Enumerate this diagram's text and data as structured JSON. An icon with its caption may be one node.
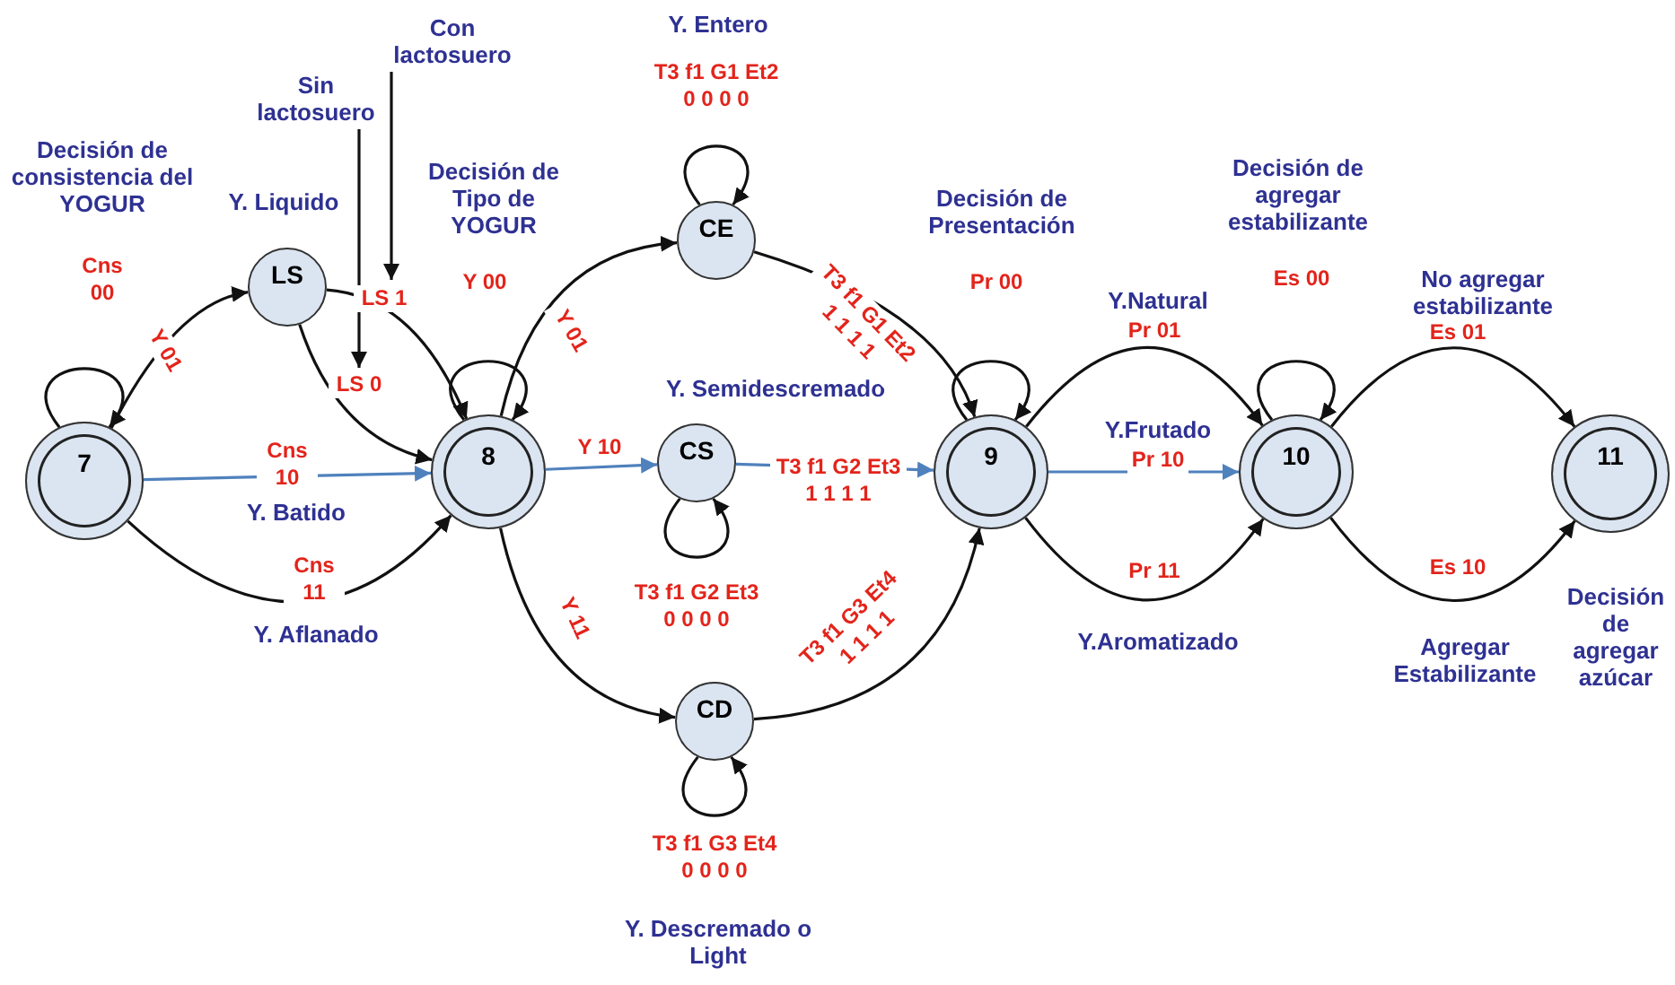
{
  "diagram": {
    "nodes": [
      {
        "text": [
          "7"
        ]
      },
      {
        "text": [
          "LS"
        ],
        "beside": [
          "Y. Liquido"
        ]
      },
      {
        "text": [
          "8"
        ]
      },
      {
        "text": [
          "CE"
        ]
      },
      {
        "text": [
          "CS"
        ],
        "beside": [
          "Y. Semidescremado"
        ]
      },
      {
        "text": [
          "CD"
        ]
      },
      {
        "text": [
          "9"
        ]
      },
      {
        "text": [
          "10"
        ]
      },
      {
        "text": [
          "11"
        ],
        "beside": [
          "Decisión de agregar azúcar"
        ]
      },
      {
        "text": [
          "Sin lactosuero"
        ]
      },
      {
        "text": [
          "Con lactosuero"
        ]
      }
    ],
    "edges": [
      {
        "from": 0,
        "to": 0,
        "arrow": "to",
        "label": "Cns 00"
      },
      {
        "from": 0,
        "to": 1,
        "arrow": "to",
        "label": "Y 01"
      },
      {
        "from": 1,
        "to": 2,
        "arrow": "to",
        "label": "LS 1"
      },
      {
        "from": 1,
        "to": 2,
        "arrow": "to",
        "label": "LS 0"
      },
      {
        "from": 0,
        "to": 2,
        "arrow": "to",
        "label": "Cns 10",
        "color": "#4f81bd"
      },
      {
        "from": 0,
        "to": 2,
        "arrow": "to",
        "label": "Cns 11"
      },
      {
        "from": 2,
        "to": 2,
        "arrow": "to",
        "label": "Y 00"
      },
      {
        "from": 2,
        "to": 3,
        "arrow": "to",
        "label": "Y 01"
      },
      {
        "from": 2,
        "to": 4,
        "arrow": "to",
        "label": "Y 10",
        "color": "#4f81bd"
      },
      {
        "from": 2,
        "to": 5,
        "arrow": "to",
        "label": "Y 11"
      },
      {
        "from": 3,
        "to": 3,
        "arrow": "to",
        "label": "T3 f1 G1 Et2 0 0 0 0"
      },
      {
        "from": 4,
        "to": 4,
        "arrow": "to",
        "label": "T3 f1 G2 Et3 0 0 0 0"
      },
      {
        "from": 5,
        "to": 5,
        "arrow": "to",
        "label": "T3 f1 G3 Et4 0 0 0 0"
      },
      {
        "from": 3,
        "to": 6,
        "arrow": "to",
        "label": "T3 f1 G1 Et2 1 1 1 1"
      },
      {
        "from": 4,
        "to": 6,
        "arrow": "to",
        "label": "T3 f1 G2 Et3 1 1 1 1",
        "color": "#4f81bd"
      },
      {
        "from": 5,
        "to": 6,
        "arrow": "to",
        "label": "T3 f1 G3 Et4 1 1 1 1"
      },
      {
        "from": 6,
        "to": 6,
        "arrow": "to",
        "label": "Pr 00"
      },
      {
        "from": 6,
        "to": 7,
        "arrow": "to",
        "label": "Pr 01"
      },
      {
        "from": 6,
        "to": 7,
        "arrow": "to",
        "label": "Pr 10",
        "color": "#4f81bd"
      },
      {
        "from": 6,
        "to": 7,
        "arrow": "to",
        "label": "Pr 11"
      },
      {
        "from": 7,
        "to": 7,
        "arrow": "to",
        "label": "Es 00"
      },
      {
        "from": 7,
        "to": 8,
        "arrow": "to",
        "label": "Es 01"
      },
      {
        "from": 7,
        "to": 8,
        "arrow": "to",
        "label": "Es 10"
      },
      {
        "from": 9,
        "to": null,
        "arrow": "to"
      },
      {
        "from": 10,
        "to": null,
        "arrow": "to"
      }
    ],
    "labels": [
      "Y. Entero",
      "Decisión de consistencia del YOGUR",
      "Decisión de Tipo de YOGUR",
      "Decisión de Presentación",
      "Decisión de agregar estabilizante",
      "Y.Natural",
      "No agregar estabilizante",
      "Y.Frutado",
      "Y. Batido",
      "Y. Aflanado",
      "Y.Aromatizado",
      "Agregar Estabilizante",
      "Y. Descremado o Light"
    ]
  }
}
